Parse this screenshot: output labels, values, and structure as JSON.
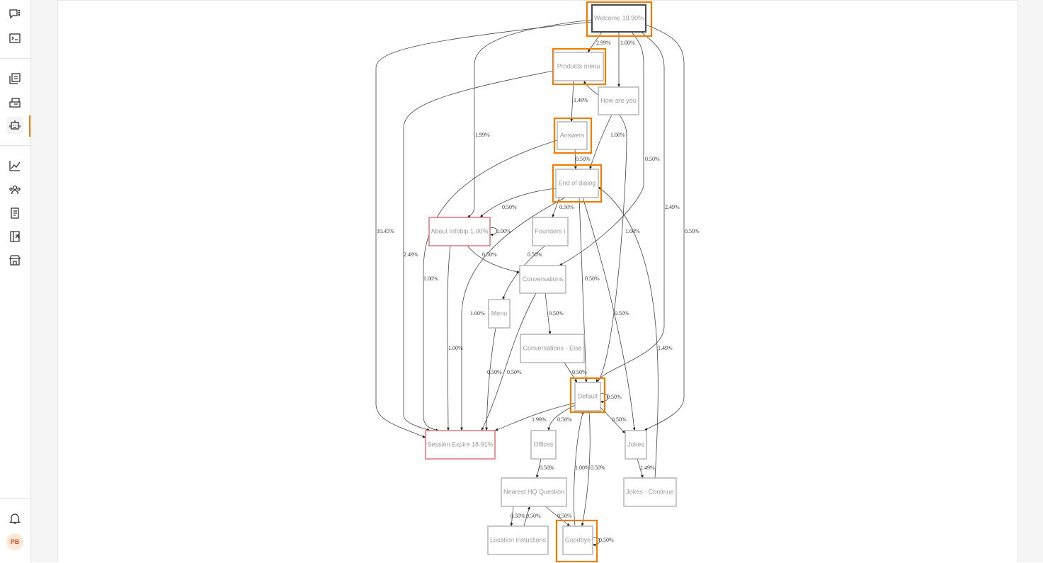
{
  "sidebar": {
    "top_items": [
      {
        "name": "conversations-icon"
      },
      {
        "name": "console-icon"
      }
    ],
    "mid_items": [
      {
        "name": "templates-icon"
      },
      {
        "name": "flows-icon"
      },
      {
        "name": "bot-icon",
        "active": true
      }
    ],
    "bottom_items": [
      {
        "name": "analytics-icon"
      },
      {
        "name": "people-icon"
      },
      {
        "name": "reports-icon"
      },
      {
        "name": "exports-icon"
      },
      {
        "name": "store-icon"
      }
    ],
    "notifications": "bell-icon",
    "avatar_initials": "PB"
  },
  "colors": {
    "highlight": "#ef7d00",
    "warning_node": "#e8707c",
    "start_node": "#444b55",
    "node_border": "#b5b5b5",
    "node_text": "#9a9a9a"
  },
  "graph": {
    "nodes": [
      {
        "id": "welcome",
        "label": "Welcome 19.90%",
        "type": "start",
        "highlighted": true
      },
      {
        "id": "products",
        "label": "Products menu",
        "highlighted": true
      },
      {
        "id": "howareyou",
        "label": "How are you"
      },
      {
        "id": "answers",
        "label": "Answers",
        "highlighted": true
      },
      {
        "id": "endofdialog",
        "label": "End of dialog",
        "highlighted": true
      },
      {
        "id": "aboutinfobip",
        "label": "About Infobip 1.00%",
        "type": "warning"
      },
      {
        "id": "founders",
        "label": "Founders I"
      },
      {
        "id": "conversations",
        "label": "Conversations"
      },
      {
        "id": "menu",
        "label": "Menu"
      },
      {
        "id": "convelse",
        "label": "Conversations - Else"
      },
      {
        "id": "default",
        "label": "Default",
        "highlighted": true
      },
      {
        "id": "sessionexpire",
        "label": "Session Expire 18.91%",
        "type": "warning"
      },
      {
        "id": "offices",
        "label": "Offices"
      },
      {
        "id": "jokes",
        "label": "Jokes"
      },
      {
        "id": "nearesthq",
        "label": "Nearest HQ Question"
      },
      {
        "id": "jokescontinue",
        "label": "Jokes - Continue"
      },
      {
        "id": "location",
        "label": "Location instuctions"
      },
      {
        "id": "goodbye",
        "label": "Goodbye",
        "highlighted": true
      }
    ],
    "edges": [
      {
        "from": "welcome",
        "to": "products",
        "label": "2.99%"
      },
      {
        "from": "welcome",
        "to": "howareyou",
        "label": "1.00%"
      },
      {
        "from": "welcome",
        "to": "aboutinfobip",
        "label": "1.99%"
      },
      {
        "from": "welcome",
        "to": "sessionexpire",
        "label": "10.45%"
      },
      {
        "from": "welcome",
        "to": "conversations",
        "label": "0.50%"
      },
      {
        "from": "welcome",
        "to": "default",
        "label": "2.49%"
      },
      {
        "from": "welcome",
        "to": "jokes",
        "label": "0.50%"
      },
      {
        "from": "products",
        "to": "answers",
        "label": "1.49%"
      },
      {
        "from": "products",
        "to": "sessionexpire",
        "label": "2.49%"
      },
      {
        "from": "howareyou",
        "to": "endofdialog",
        "label": "1.00%"
      },
      {
        "from": "answers",
        "to": "endofdialog",
        "label": "0.50%"
      },
      {
        "from": "answers",
        "to": "sessionexpire",
        "label": "1.00%"
      },
      {
        "from": "endofdialog",
        "to": "aboutinfobip",
        "label": "0.50%"
      },
      {
        "from": "endofdialog",
        "to": "founders",
        "label": "0.50%"
      },
      {
        "from": "endofdialog",
        "to": "sessionexpire",
        "label": "1.00%"
      },
      {
        "from": "endofdialog",
        "to": "default",
        "label": "0.50%"
      },
      {
        "from": "endofdialog",
        "to": "jokes",
        "label": "0.50%"
      },
      {
        "from": "aboutinfobip",
        "to": "aboutinfobip",
        "label": "1.00%"
      },
      {
        "from": "aboutinfobip",
        "to": "conversations",
        "label": "0.50%"
      },
      {
        "from": "aboutinfobip",
        "to": "sessionexpire",
        "label": "1.00%"
      },
      {
        "from": "founders",
        "to": "menu",
        "label": "0.50%"
      },
      {
        "from": "conversations",
        "to": "convelse",
        "label": "0.50%"
      },
      {
        "from": "conversations",
        "to": "sessionexpire",
        "label": "0.50%"
      },
      {
        "from": "menu",
        "to": "sessionexpire",
        "label": "0.50%"
      },
      {
        "from": "convelse",
        "to": "default",
        "label": "0.50%"
      },
      {
        "from": "default",
        "to": "default",
        "label": "0.50%"
      },
      {
        "from": "default",
        "to": "products",
        "label": "1.00%"
      },
      {
        "from": "default",
        "to": "sessionexpire",
        "label": "1.99%"
      },
      {
        "from": "default",
        "to": "offices",
        "label": "0.50%"
      },
      {
        "from": "default",
        "to": "jokes",
        "label": "0.50%"
      },
      {
        "from": "default",
        "to": "goodbye",
        "label": "0.50%"
      },
      {
        "from": "goodbye",
        "to": "default",
        "label": "1.00%"
      },
      {
        "from": "goodbye",
        "to": "goodbye",
        "label": "0.50%"
      },
      {
        "from": "offices",
        "to": "nearesthq",
        "label": "0.50%"
      },
      {
        "from": "jokes",
        "to": "jokescontinue",
        "label": "1.49%"
      },
      {
        "from": "jokescontinue",
        "to": "endofdialog",
        "label": "1.49%"
      },
      {
        "from": "nearesthq",
        "to": "location",
        "label": "0.50%"
      },
      {
        "from": "location",
        "to": "nearesthq",
        "label": "0.50%"
      },
      {
        "from": "nearesthq",
        "to": "goodbye",
        "label": "0.50%"
      }
    ]
  }
}
